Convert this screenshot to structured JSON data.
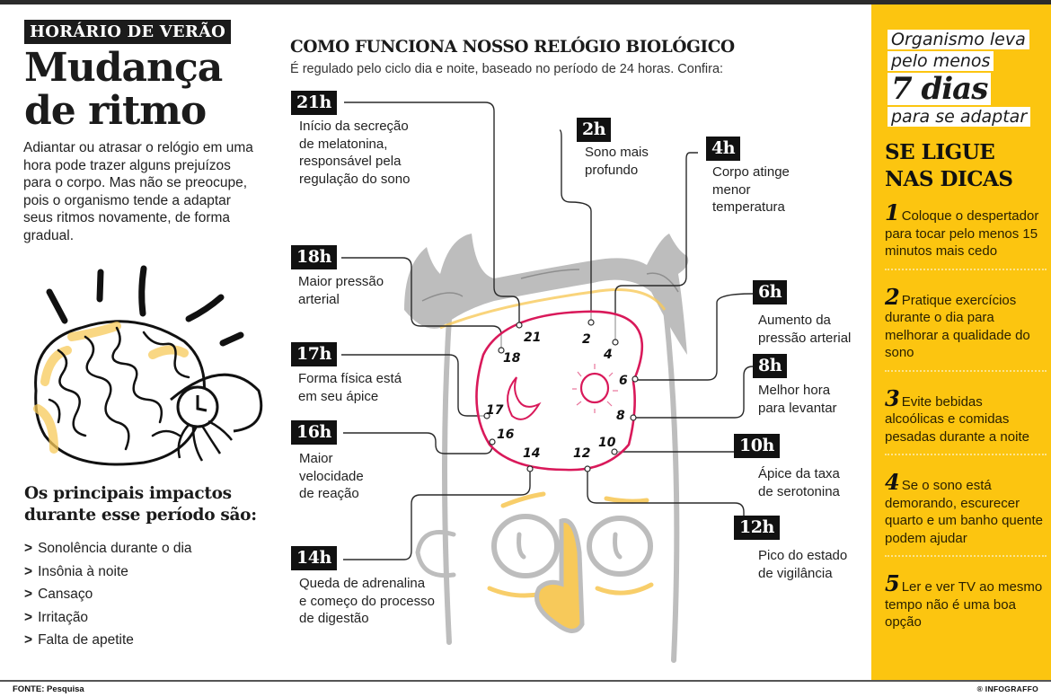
{
  "header": {
    "kicker": "HORÁRIO DE VERÃO",
    "headline_line1": "Mudança",
    "headline_line2": "de ritmo",
    "intro": "Adiantar ou atrasar o relógio em uma hora pode trazer alguns prejuízos para o corpo. Mas não se preocupe, pois o organismo tende a adaptar seus ritmos novamente, de forma gradual."
  },
  "impacts": {
    "title_line1": "Os principais impactos",
    "title_line2": "durante esse período são:",
    "bullet": ">",
    "items": [
      "Sonolência durante o dia",
      "Insônia à noite",
      "Cansaço",
      "Irritação",
      "Falta de apetite"
    ]
  },
  "clock": {
    "title": "COMO FUNCIONA NOSSO RELÓGIO BIOLÓGICO",
    "subtitle": "É regulado pelo ciclo dia e noite, baseado no período de 24 horas. Confira:",
    "dial_numbers": [
      "21",
      "2",
      "4",
      "18",
      "6",
      "17",
      "8",
      "16",
      "10",
      "14",
      "12"
    ],
    "night_icon": "moon-icon",
    "day_icon": "sun-icon",
    "events": [
      {
        "hour": "21h",
        "text": [
          "Início da secreção",
          "de melatonina,",
          "responsável pela",
          "regulação do sono"
        ]
      },
      {
        "hour": "2h",
        "text": [
          "Sono mais",
          "profundo"
        ]
      },
      {
        "hour": "4h",
        "text": [
          "Corpo atinge",
          "menor",
          "temperatura"
        ]
      },
      {
        "hour": "18h",
        "text": [
          "Maior pressão",
          "arterial"
        ]
      },
      {
        "hour": "6h",
        "text": [
          "Aumento da",
          "pressão arterial"
        ]
      },
      {
        "hour": "17h",
        "text": [
          "Forma física está",
          "em seu ápice"
        ]
      },
      {
        "hour": "8h",
        "text": [
          "Melhor hora",
          "para levantar"
        ]
      },
      {
        "hour": "16h",
        "text": [
          "Maior",
          "velocidade",
          "de reação"
        ]
      },
      {
        "hour": "10h",
        "text": [
          "Ápice da taxa",
          "de serotonina"
        ]
      },
      {
        "hour": "14h",
        "text": [
          "Queda de adrenalina",
          "e começo do processo",
          "de digestão"
        ]
      },
      {
        "hour": "12h",
        "text": [
          "Pico do estado",
          "de vigilância"
        ]
      }
    ]
  },
  "sidebar": {
    "promo_line1": "Organismo leva",
    "promo_line2": "pelo menos",
    "promo_line3": "7 dias",
    "promo_line4": "para se adaptar",
    "tips_title_line1": "SE LIGUE",
    "tips_title_line2": "NAS DICAS",
    "tips": [
      {
        "num": "1",
        "text": "Coloque o despertador para tocar pelo menos 15 minutos mais cedo"
      },
      {
        "num": "2",
        "text": "Pratique exercícios durante o dia para melhorar a qualidade do sono"
      },
      {
        "num": "3",
        "text": "Evite bebidas alcoólicas e comidas pesadas durante a noite"
      },
      {
        "num": "4",
        "text": "Se o sono está demorando, escurecer quarto e um banho quente podem ajudar"
      },
      {
        "num": "5",
        "text": "Ler e ver TV ao mesmo tempo não é uma boa opção"
      }
    ]
  },
  "footer": {
    "source": "FONTE: Pesquisa",
    "brand": "® INFOGRAFFO"
  },
  "colors": {
    "accent_yellow": "#fcc510",
    "clock_red": "#d9195a",
    "tag_black": "#111111",
    "sketch_gray": "#b5b5b5",
    "sketch_yellow": "#f7c95a"
  }
}
